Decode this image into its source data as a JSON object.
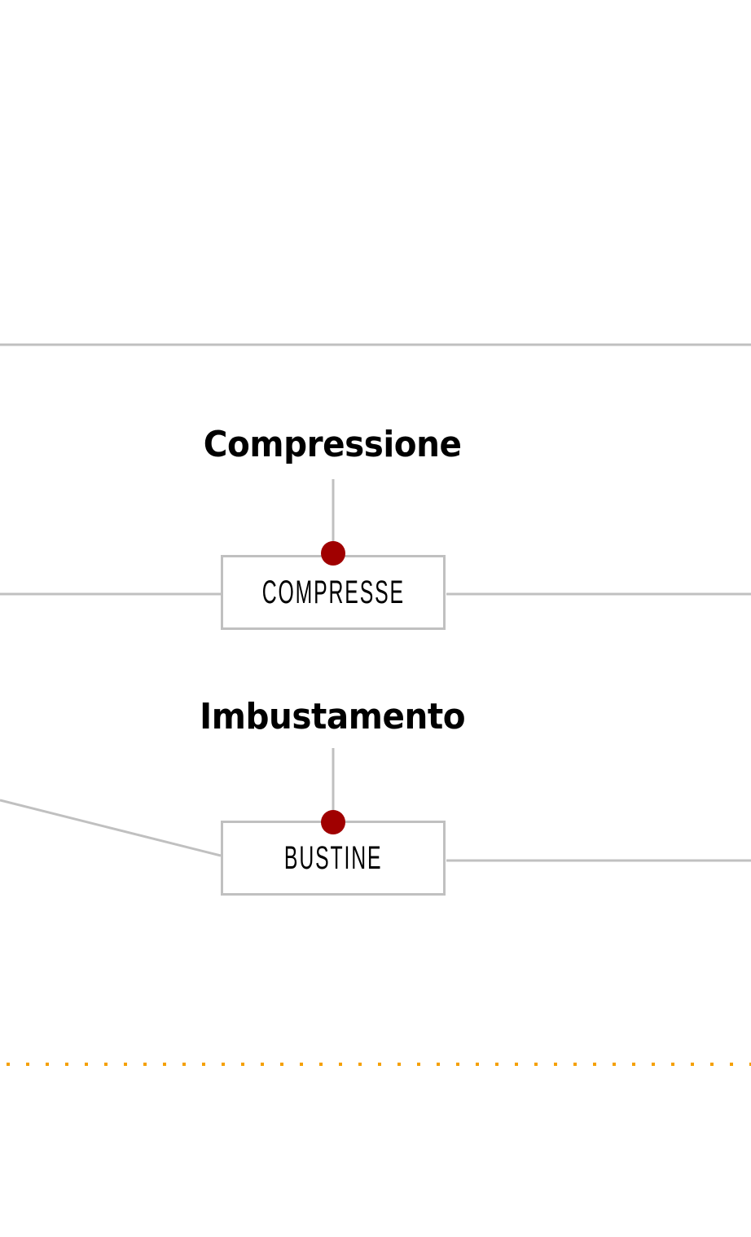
{
  "diagram": {
    "steps": [
      {
        "process": "Compressione",
        "product": "COMPRESSE"
      },
      {
        "process": "Imbustamento",
        "product": "BUSTINE"
      }
    ],
    "colors": {
      "line": "#c0c0c0",
      "node": "#a00000",
      "divider": "#f5a000"
    }
  }
}
